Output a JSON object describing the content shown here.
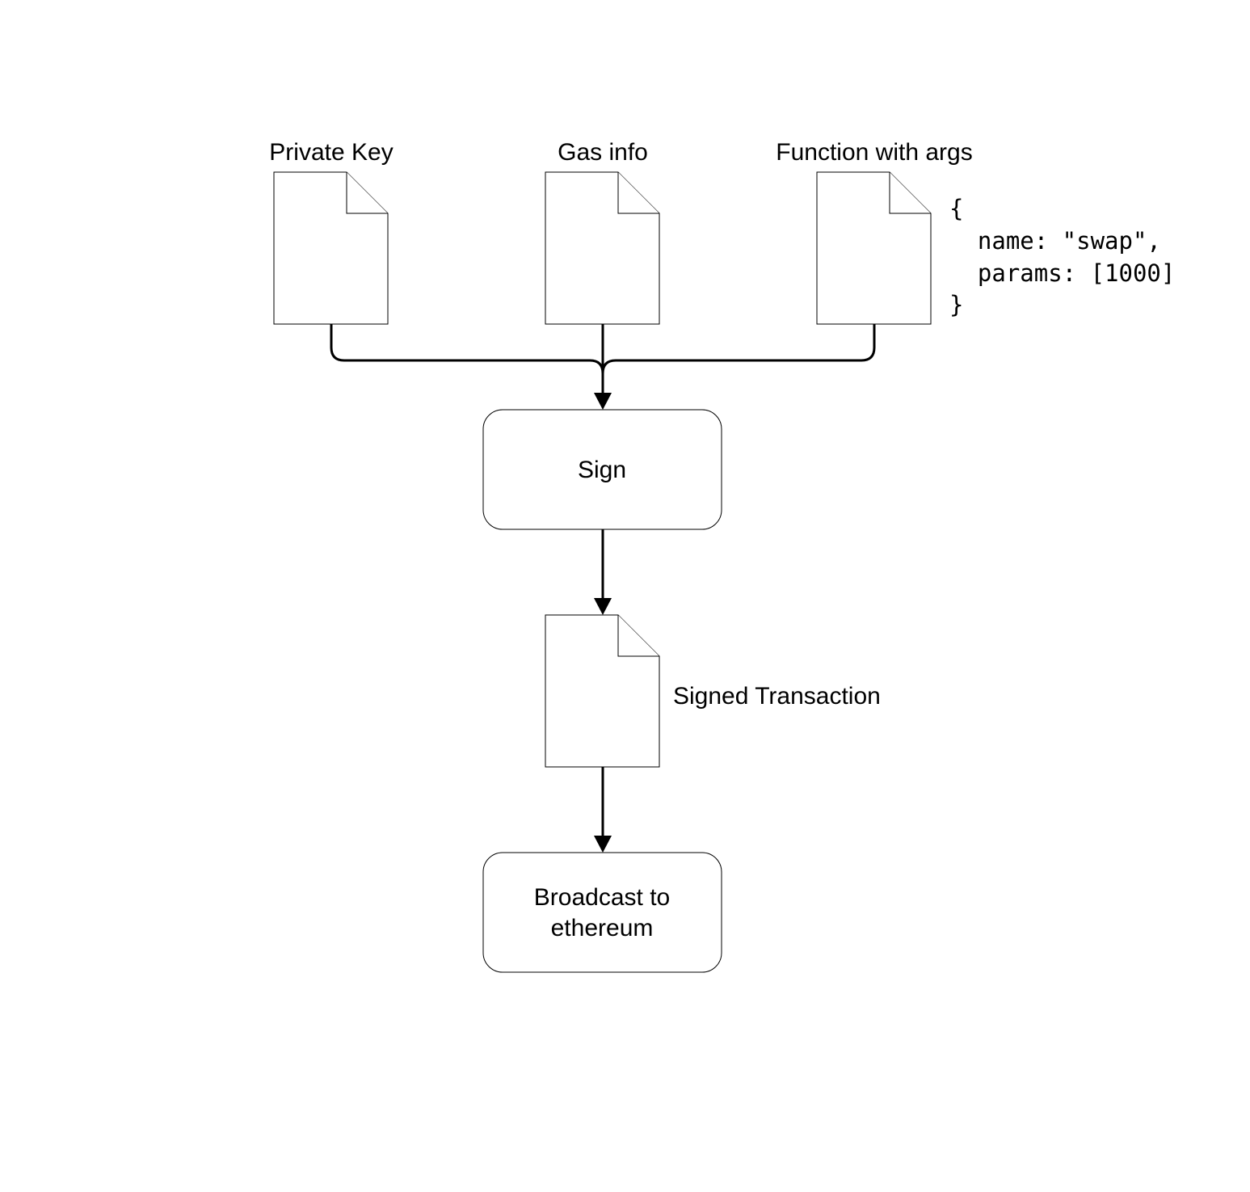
{
  "diagram": {
    "inputs": {
      "private_key": {
        "label": "Private Key"
      },
      "gas_info": {
        "label": "Gas info"
      },
      "function_with_args": {
        "label": "Function with args"
      }
    },
    "code_snippet": {
      "lines": [
        "{",
        "  name: \"swap\",",
        "  params: [1000]",
        "}"
      ]
    },
    "sign": {
      "label": "Sign"
    },
    "signed_transaction": {
      "label": "Signed Transaction"
    },
    "broadcast": {
      "label_line1": "Broadcast to",
      "label_line2": "ethereum"
    }
  }
}
